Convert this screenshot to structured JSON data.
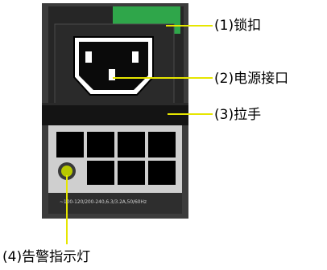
{
  "callouts": {
    "latch": "(1)锁扣",
    "power_port": "(2)电源接口",
    "handle": "(3)拉手",
    "alarm_light": "(4)告警指示灯"
  },
  "module": {
    "rating_label": "~100-120/200-240,6.3/3.2A,50/60Hz"
  },
  "colors": {
    "latch": "#2fa64a",
    "leader_line": "#e6e600",
    "alarm_led": "#b8c800",
    "panel": "#1e1e1e",
    "frame": "#3a3a3a"
  }
}
